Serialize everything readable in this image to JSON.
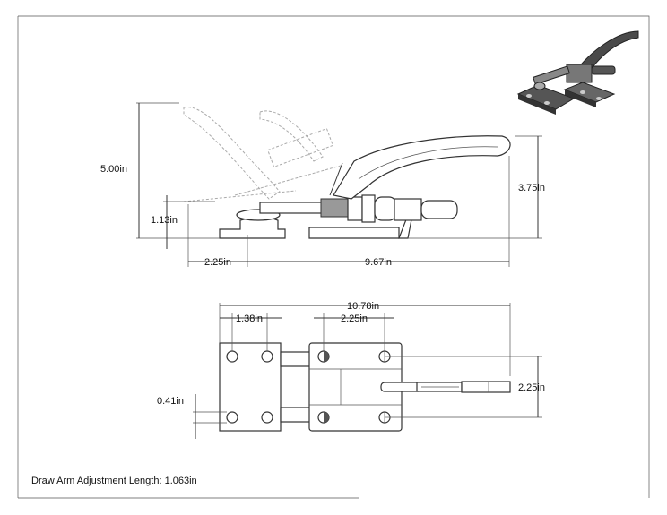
{
  "drawing": {
    "note": "Draw Arm Adjustment Length: 1.063in",
    "side_view": {
      "height_overall": "5.00in",
      "height_handle": "3.75in",
      "height_base": "1.13in",
      "offset_left": "2.25in",
      "length_main": "9.67in"
    },
    "top_view": {
      "length_overall": "10.78in",
      "hole_spacing_left": "1.38in",
      "hole_spacing_right": "2.25in",
      "width_plunger": "2.25in",
      "hole_edge": "0.41in"
    }
  }
}
